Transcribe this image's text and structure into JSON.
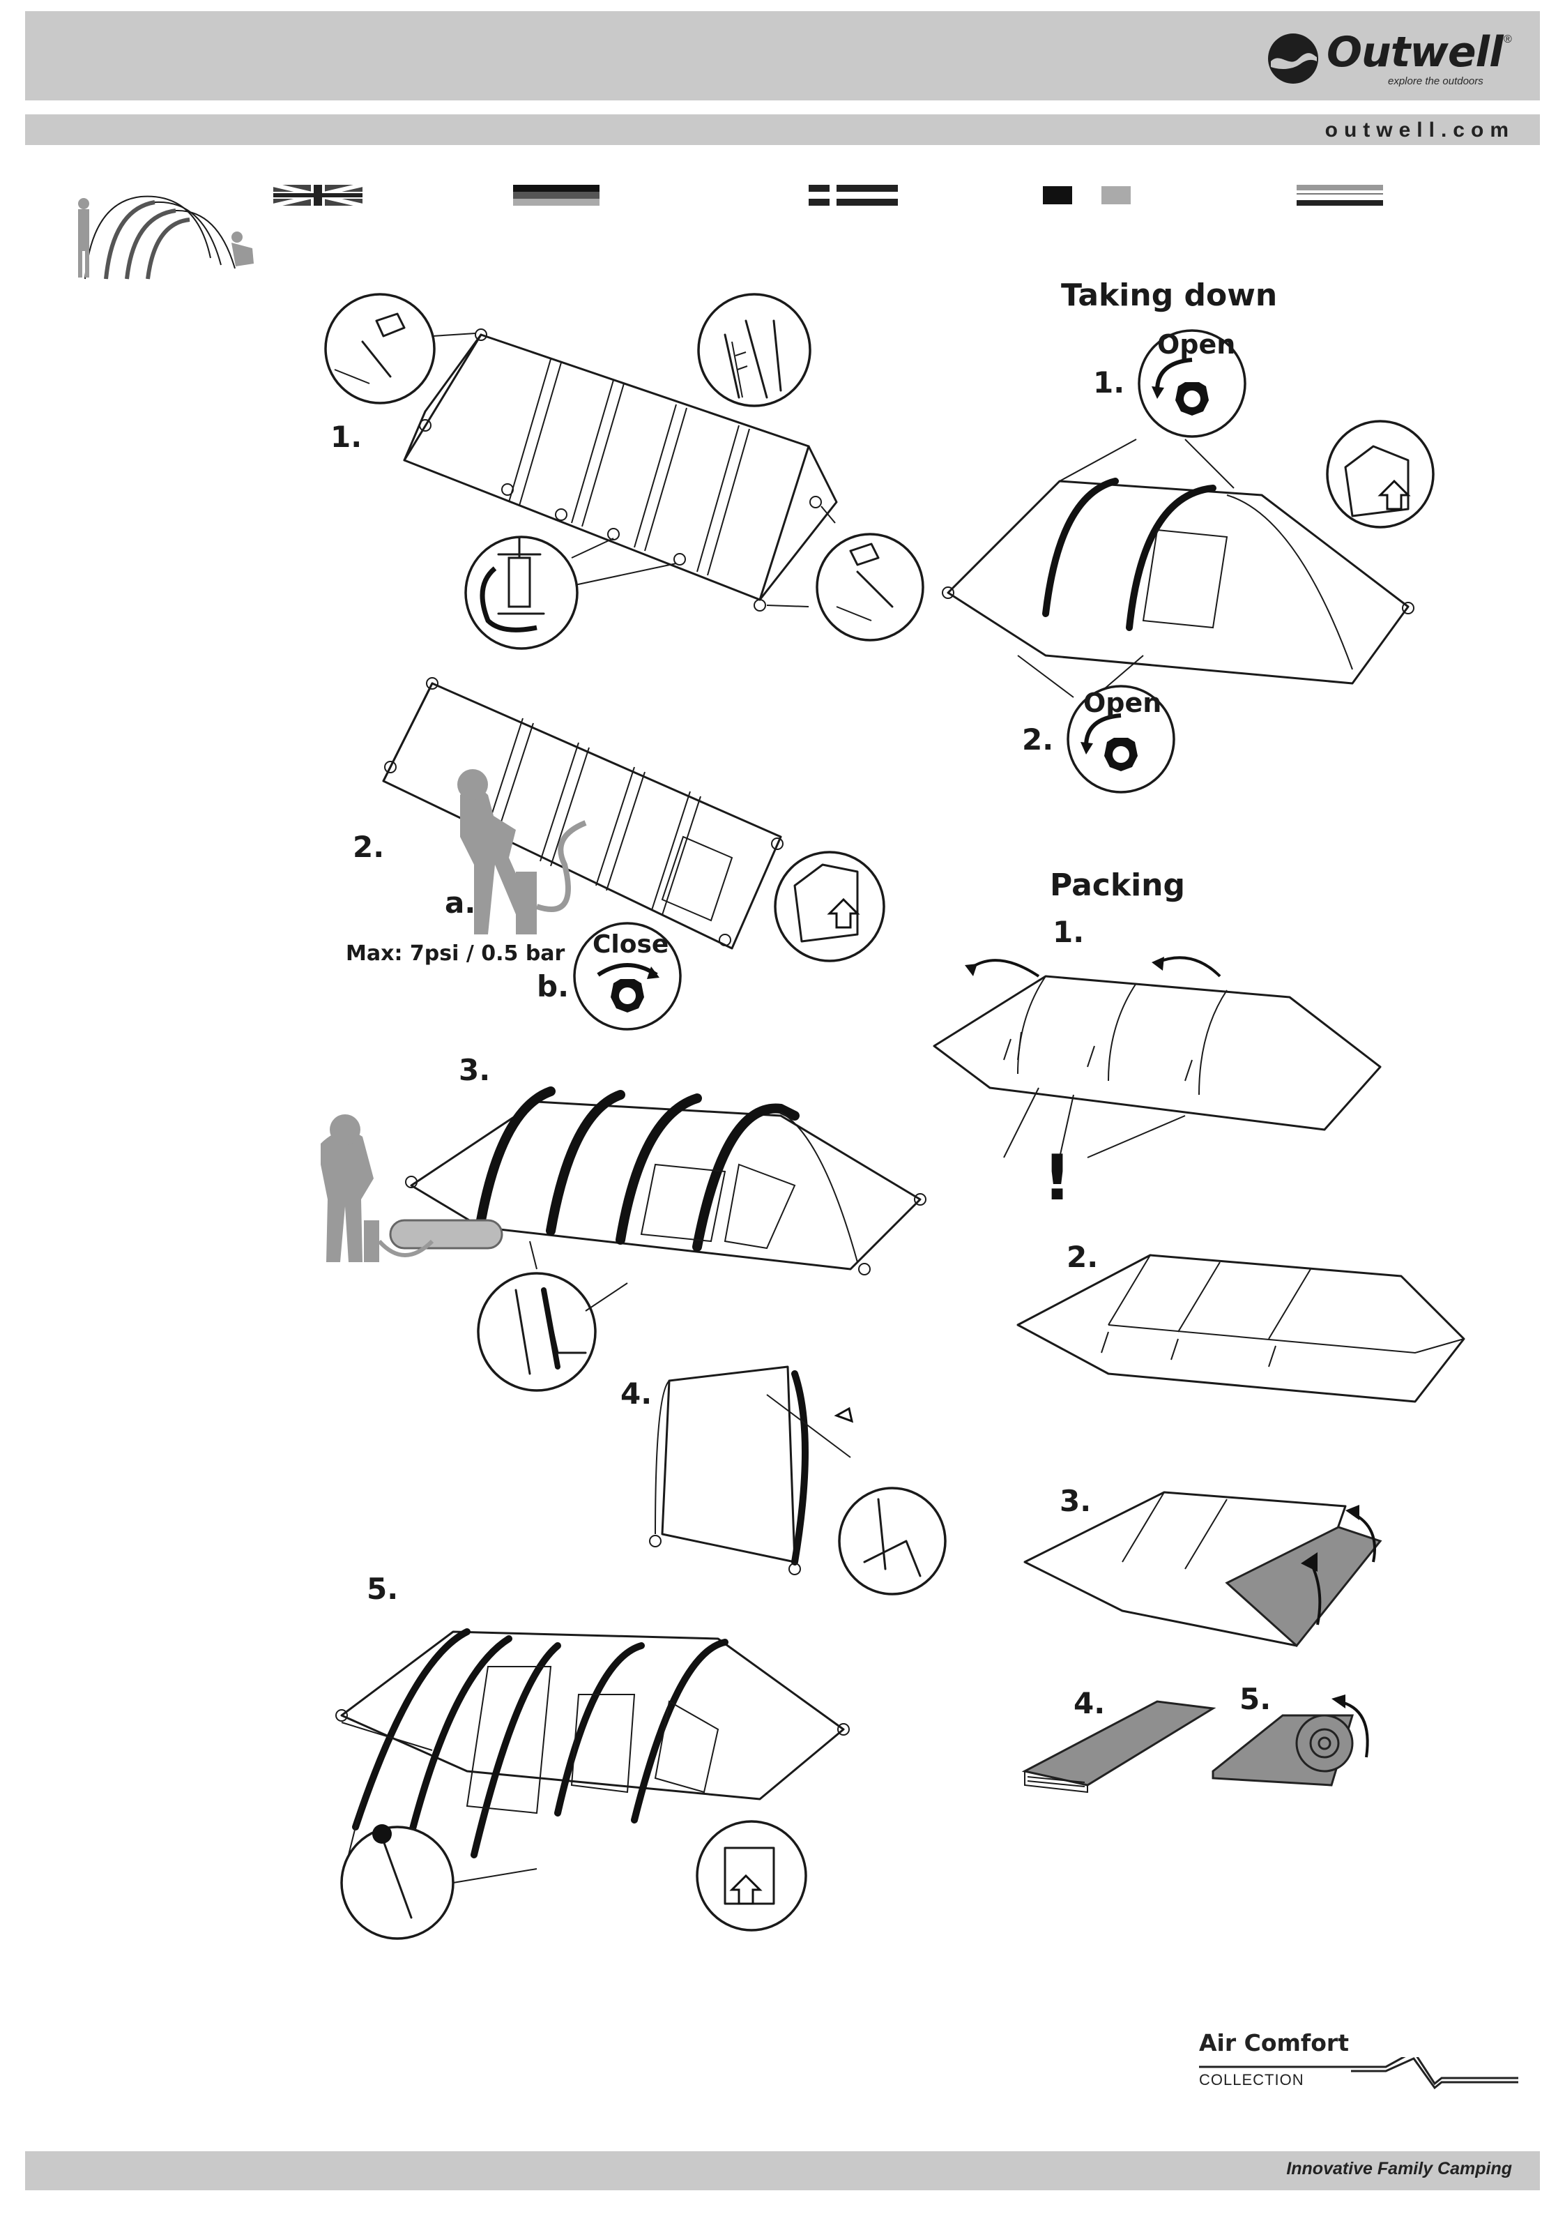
{
  "header": {
    "brand": "Outwell",
    "trademark": "®",
    "tagline": "explore the outdoors",
    "url": "outwell.com"
  },
  "flags": [
    "uk-flag-icon",
    "de-flag-icon",
    "nl-flag-icon",
    "fr-flag-icon",
    "it-flag-icon"
  ],
  "setup": {
    "step1": "1.",
    "step2": "2.",
    "step2a": "a.",
    "pressure": "Max: 7psi / 0.5 bar",
    "step2b": "b.",
    "close_label": "Close",
    "step3": "3.",
    "step4": "4.",
    "step5": "5."
  },
  "taking_down": {
    "title": "Taking down",
    "step1": "1.",
    "open1": "Open",
    "step2": "2.",
    "open2": "Open"
  },
  "packing": {
    "title": "Packing",
    "step1": "1.",
    "warning": "!",
    "step2": "2.",
    "step3": "3.",
    "step4": "4.",
    "step5": "5."
  },
  "collection": {
    "title": "Air Comfort",
    "subtitle": "COLLECTION"
  },
  "footer": {
    "tagline": "Innovative Family Camping"
  }
}
